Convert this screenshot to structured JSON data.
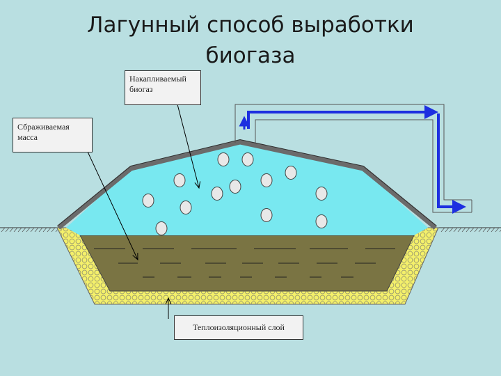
{
  "title": {
    "line1": "Лагунный способ выработки",
    "line2": "биогаза"
  },
  "labels": {
    "gas": {
      "line1": "Накапливаемый",
      "line2": "биогаз"
    },
    "mass": {
      "line1": "Сбраживаемая",
      "line2": "масса"
    },
    "insulation": "Теплоизоляционный слой"
  },
  "colors": {
    "background": "#b9dfe1",
    "gas": "#78e8f0",
    "mass": "#7a7443",
    "insulation": "#f4f06a",
    "cover": "#6b6b6b",
    "arrow": "#1d2fe0"
  }
}
